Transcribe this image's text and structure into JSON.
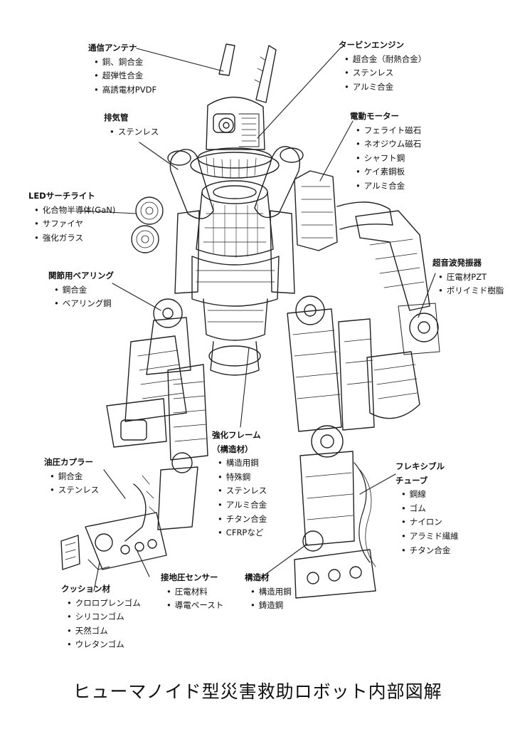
{
  "title": "ヒューマノイド型災害救助ロボット内部図解",
  "callouts": {
    "antenna": {
      "title": "通信アンテナ",
      "items": [
        "銅、銅合金",
        "超弾性合金",
        "高誘電材PVDF"
      ]
    },
    "turbine": {
      "title": "タービンエンジン",
      "items": [
        "超合金（耐熱合金）",
        "ステンレス",
        "アルミ合金"
      ]
    },
    "exhaust": {
      "title": "排気管",
      "items": [
        "ステンレス"
      ]
    },
    "motor": {
      "title": "電動モーター",
      "items": [
        "フェライト磁石",
        "ネオジウム磁石",
        "シャフト鋼",
        "ケイ素鋼板",
        "アルミ合金"
      ]
    },
    "led": {
      "title": "LEDサーチライト",
      "items": [
        "化合物半導体(GaN)",
        "サファイヤ",
        "強化ガラス"
      ]
    },
    "ultrasonic": {
      "title": "超音波発振器",
      "items": [
        "圧電材PZT",
        "ポリイミド樹脂"
      ]
    },
    "bearing": {
      "title": "関節用ベアリング",
      "items": [
        "鋼合金",
        "ベアリング鋼"
      ]
    },
    "frame": {
      "title": "強化フレーム",
      "subtitle": "（構造材）",
      "items": [
        "構造用鋼",
        "特殊鋼",
        "ステンレス",
        "アルミ合金",
        "チタン合金",
        "CFRPなど"
      ]
    },
    "coupler": {
      "title": "油圧カプラー",
      "items": [
        "銅合金",
        "ステンレス"
      ]
    },
    "tube": {
      "title": "フレキシブル",
      "subtitle": "チューブ",
      "items": [
        "鋼線",
        "ゴム",
        "ナイロン",
        "アラミド繊維",
        "チタン合金"
      ]
    },
    "sensor": {
      "title": "接地圧センサー",
      "items": [
        "圧電材料",
        "導電ペースト"
      ]
    },
    "structure": {
      "title": "構造材",
      "items": [
        "構造用鋼",
        "鋳造鋼"
      ]
    },
    "cushion": {
      "title": "クッション材",
      "items": [
        "クロロプレンゴム",
        "シリコンゴム",
        "天然ゴム",
        "ウレタンゴム"
      ]
    }
  }
}
